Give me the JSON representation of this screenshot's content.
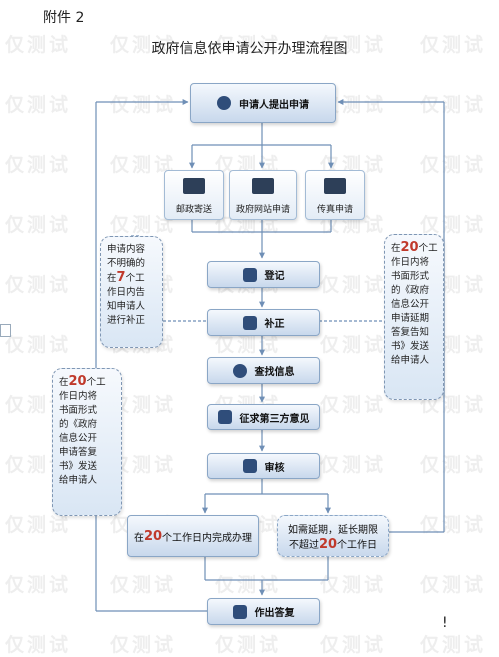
{
  "header": {
    "annex": "附件 2",
    "title": "政府信息依申请公开办理流程图"
  },
  "flow": {
    "apply": "申请人提出申请",
    "channels": [
      "邮政寄送",
      "政府网站申请",
      "传真申请"
    ],
    "register": "登记",
    "correct": "补正",
    "search": "查找信息",
    "third_party": "征求第三方意见",
    "review": "审核",
    "complete": {
      "before": "在",
      "num": "20",
      "after": "个工作日内完成办理"
    },
    "extend": {
      "l1": "如需延期，延长期限",
      "l2_before": "不超过",
      "l2_num": "20",
      "l2_after": "个工作日"
    },
    "reply": "作出答复"
  },
  "notes": {
    "left_top": [
      "申请内容",
      "不明确的",
      "在",
      "7",
      "个工",
      "作日内告",
      "知申请人",
      "进行补正"
    ],
    "left_bottom": [
      "在",
      "20",
      "个工",
      "作日内将",
      "书面形式",
      "的《政府",
      "信息公开",
      "申请答复",
      "书》发送",
      "给申请人"
    ],
    "right": [
      "在",
      "20",
      "个工",
      "作日内将",
      "书面形式",
      "的《政府",
      "信息公开",
      "申请延期",
      "答复告知",
      "书》发送",
      "给申请人"
    ]
  },
  "watermark": "仅测试",
  "footer": {
    "mark": "!"
  },
  "colors": {
    "line": "#6f8fb6",
    "box_border": "#8aa6c6",
    "highlight": "#c0392b"
  }
}
